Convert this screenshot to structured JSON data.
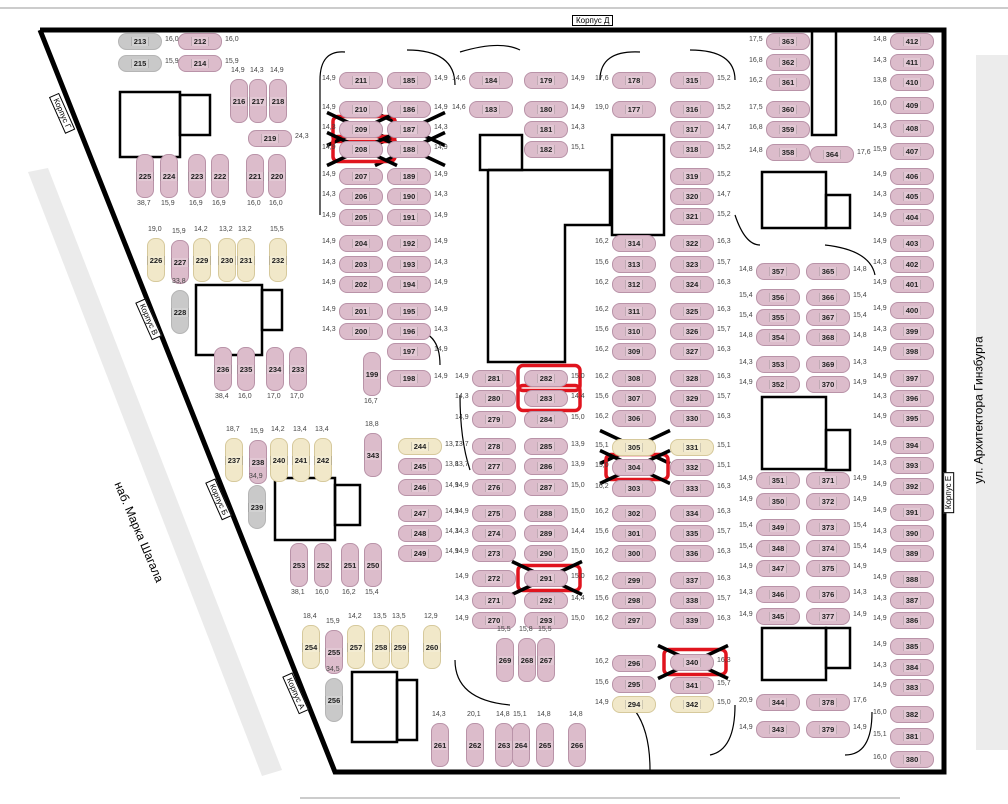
{
  "labels": {
    "korpus_d": "Корпус Д",
    "korpus_g": "Корпус Г",
    "korpus_v": "Корпус В",
    "korpus_b": "Корпус Б",
    "korpus_a": "Корпус А",
    "korpus_e": "Корпус Е",
    "street_right": "ул. Архитектора Гинзбурга",
    "street_left": "наб. Марка Шагала"
  },
  "colors": {
    "pink": "#dcbccb",
    "yellow": "#f1e8c9",
    "grey": "#c9c9c9",
    "highlight": "#e0141e",
    "cross": "#000000"
  },
  "groups": [
    {
      "spots": [
        {
          "n": "412",
          "a": "14,8"
        },
        {
          "n": "411",
          "a": "14,3"
        },
        {
          "n": "410",
          "a": "13,8"
        },
        {
          "n": "409",
          "a": "16,0"
        },
        {
          "n": "408",
          "a": "14,3"
        },
        {
          "n": "407",
          "a": "15,9"
        },
        {
          "n": "406",
          "a": "14,9"
        },
        {
          "n": "405",
          "a": "14,3"
        },
        {
          "n": "404",
          "a": "14,9"
        },
        {
          "n": "403",
          "a": "14,9"
        },
        {
          "n": "402",
          "a": "14,3"
        },
        {
          "n": "401",
          "a": "14,9"
        },
        {
          "n": "400",
          "a": "14,9"
        },
        {
          "n": "399",
          "a": "14,3"
        },
        {
          "n": "398",
          "a": "14,9"
        },
        {
          "n": "397",
          "a": "14,9"
        },
        {
          "n": "396",
          "a": "14,3"
        },
        {
          "n": "395",
          "a": "14,9"
        },
        {
          "n": "394",
          "a": "14,9"
        },
        {
          "n": "393",
          "a": "14,3"
        },
        {
          "n": "392",
          "a": "14,9"
        },
        {
          "n": "391",
          "a": "14,9"
        },
        {
          "n": "390",
          "a": "14,3"
        },
        {
          "n": "389",
          "a": "14,9"
        },
        {
          "n": "388",
          "a": "14,9"
        },
        {
          "n": "387",
          "a": "14,3"
        },
        {
          "n": "386",
          "a": "14,9"
        },
        {
          "n": "385",
          "a": "14,9"
        },
        {
          "n": "384",
          "a": "14,3"
        },
        {
          "n": "383",
          "a": "14,9"
        },
        {
          "n": "382",
          "a": "16,0"
        },
        {
          "n": "381",
          "a": "15,1"
        },
        {
          "n": "380",
          "a": "16,0"
        }
      ]
    },
    {
      "spots": [
        {
          "n": "363",
          "a": "17,5"
        },
        {
          "n": "362",
          "a": "16,8"
        },
        {
          "n": "361",
          "a": "16,2"
        },
        {
          "n": "360",
          "a": "17,5"
        },
        {
          "n": "359",
          "a": "16,8"
        },
        {
          "n": "358",
          "a": "14,8"
        }
      ]
    },
    {
      "spots": [
        {
          "n": "364",
          "a": "17,6"
        }
      ]
    },
    {
      "spots": [
        {
          "n": "357",
          "a": "14,8"
        },
        {
          "n": "356",
          "a": "15,4"
        },
        {
          "n": "355",
          "a": "15,4"
        },
        {
          "n": "354",
          "a": "14,8"
        },
        {
          "n": "353",
          "a": "14,3"
        },
        {
          "n": "352",
          "a": "14,9"
        },
        {
          "n": "351",
          "a": "14,9"
        },
        {
          "n": "350",
          "a": "14,9"
        },
        {
          "n": "349",
          "a": "15,4"
        },
        {
          "n": "348",
          "a": "15,4"
        },
        {
          "n": "347",
          "a": "14,9"
        },
        {
          "n": "346",
          "a": "14,3"
        },
        {
          "n": "345",
          "a": "14,9"
        },
        {
          "n": "344",
          "a": "20,9"
        },
        {
          "n": "343",
          "a": "14,9"
        }
      ]
    },
    {
      "spots": [
        {
          "n": "365",
          "a": "14,8"
        },
        {
          "n": "366",
          "a": "15,4"
        },
        {
          "n": "367",
          "a": "15,4"
        },
        {
          "n": "368",
          "a": "14,8"
        },
        {
          "n": "369",
          "a": "14,3"
        },
        {
          "n": "370",
          "a": "14,9"
        },
        {
          "n": "371",
          "a": "14,9"
        },
        {
          "n": "372",
          "a": "14,9"
        },
        {
          "n": "373",
          "a": "15,4"
        },
        {
          "n": "374",
          "a": "15,4"
        },
        {
          "n": "375",
          "a": "14,9"
        },
        {
          "n": "376",
          "a": "14,3"
        },
        {
          "n": "377",
          "a": "14,9"
        },
        {
          "n": "378",
          "a": "17,6"
        },
        {
          "n": "379",
          "a": "14,9"
        }
      ]
    },
    {
      "spots": [
        {
          "n": "315",
          "a": "15,2"
        },
        {
          "n": "316",
          "a": "15,2"
        },
        {
          "n": "317",
          "a": "14,7"
        },
        {
          "n": "318",
          "a": "15,2"
        },
        {
          "n": "319",
          "a": "15,2"
        },
        {
          "n": "320",
          "a": "14,7"
        },
        {
          "n": "321",
          "a": "15,2"
        },
        {
          "n": "322",
          "a": "16,3"
        },
        {
          "n": "323",
          "a": "15,7"
        },
        {
          "n": "324",
          "a": "16,3"
        },
        {
          "n": "325",
          "a": "16,3"
        },
        {
          "n": "326",
          "a": "15,7"
        },
        {
          "n": "327",
          "a": "16,3"
        },
        {
          "n": "328",
          "a": "16,3"
        },
        {
          "n": "329",
          "a": "15,7"
        },
        {
          "n": "330",
          "a": "16,3"
        },
        {
          "n": "331",
          "a": "15,1",
          "kind": "yellow"
        },
        {
          "n": "332",
          "a": "15,1"
        },
        {
          "n": "333",
          "a": "16,3"
        },
        {
          "n": "334",
          "a": "16,3"
        },
        {
          "n": "335",
          "a": "15,7"
        },
        {
          "n": "336",
          "a": "16,3"
        },
        {
          "n": "337",
          "a": "16,3"
        },
        {
          "n": "338",
          "a": "15,7"
        },
        {
          "n": "339",
          "a": "16,3"
        },
        {
          "n": "340",
          "a": "16,3",
          "highlight": true,
          "crossed": true
        },
        {
          "n": "341",
          "a": "15,7"
        },
        {
          "n": "342",
          "a": "15,0",
          "kind": "yellow"
        }
      ]
    },
    {
      "spots": [
        {
          "n": "314",
          "a": "16,2"
        },
        {
          "n": "313",
          "a": "15,6"
        },
        {
          "n": "312",
          "a": "16,2"
        },
        {
          "n": "311",
          "a": "16,2"
        },
        {
          "n": "310",
          "a": "15,6"
        },
        {
          "n": "309",
          "a": "16,2"
        },
        {
          "n": "308",
          "a": "16,2"
        },
        {
          "n": "307",
          "a": "15,6"
        },
        {
          "n": "306",
          "a": "16,2"
        },
        {
          "n": "305",
          "a": "15,1",
          "kind": "yellow",
          "crossed": true
        },
        {
          "n": "304",
          "a": "15,0",
          "highlight": true,
          "crossed": true
        },
        {
          "n": "303",
          "a": "16,2"
        },
        {
          "n": "302",
          "a": "16,2"
        },
        {
          "n": "301",
          "a": "15,6"
        },
        {
          "n": "300",
          "a": "16,2"
        },
        {
          "n": "299",
          "a": "16,2"
        },
        {
          "n": "298",
          "a": "15,6"
        },
        {
          "n": "297",
          "a": "16,2"
        },
        {
          "n": "296",
          "a": "16,2"
        },
        {
          "n": "295",
          "a": "15,6"
        },
        {
          "n": "294",
          "a": "14,9",
          "kind": "yellow"
        }
      ]
    },
    {
      "spots": [
        {
          "n": "178",
          "a": "17,6"
        },
        {
          "n": "177",
          "a": "19,0"
        }
      ]
    },
    {
      "spots": [
        {
          "n": "179",
          "a": "14,9"
        },
        {
          "n": "180",
          "a": "14,9"
        },
        {
          "n": "181",
          "a": "14,3"
        },
        {
          "n": "182",
          "a": "15,1"
        }
      ]
    },
    {
      "spots": [
        {
          "n": "184",
          "a": "14,6"
        },
        {
          "n": "183",
          "a": "14,6"
        }
      ]
    },
    {
      "spots": [
        {
          "n": "282",
          "a": "15,0",
          "highlight": true
        },
        {
          "n": "283",
          "a": "14,4",
          "highlight": true
        },
        {
          "n": "284",
          "a": "15,0"
        },
        {
          "n": "285",
          "a": "13,9"
        },
        {
          "n": "286",
          "a": "13,9"
        },
        {
          "n": "287",
          "a": "15,0"
        },
        {
          "n": "288",
          "a": "15,0"
        },
        {
          "n": "289",
          "a": "14,4"
        },
        {
          "n": "290",
          "a": "15,0"
        },
        {
          "n": "291",
          "a": "15,0",
          "highlight": true,
          "crossed": true
        },
        {
          "n": "292",
          "a": "14,4"
        },
        {
          "n": "293",
          "a": "15,0"
        }
      ]
    },
    {
      "spots": [
        {
          "n": "281",
          "a": "14,9"
        },
        {
          "n": "280",
          "a": "14,3"
        },
        {
          "n": "279",
          "a": "14,9"
        },
        {
          "n": "278",
          "a": "13,7"
        },
        {
          "n": "277",
          "a": "13,7"
        },
        {
          "n": "276",
          "a": "14,9"
        },
        {
          "n": "275",
          "a": "14,9"
        },
        {
          "n": "274",
          "a": "14,3"
        },
        {
          "n": "273",
          "a": "14,9"
        },
        {
          "n": "272",
          "a": "14,9"
        },
        {
          "n": "271",
          "a": "14,3"
        },
        {
          "n": "270",
          "a": "14,9"
        }
      ]
    },
    {
      "spots": [
        {
          "n": "185",
          "a": "14,9"
        },
        {
          "n": "186",
          "a": "14,9"
        },
        {
          "n": "187",
          "a": "14,3",
          "crossed": true
        },
        {
          "n": "188",
          "a": "14,9",
          "crossed": true
        },
        {
          "n": "189",
          "a": "14,9"
        },
        {
          "n": "190",
          "a": "14,3"
        },
        {
          "n": "191",
          "a": "14,9"
        },
        {
          "n": "192",
          "a": "14,9"
        },
        {
          "n": "193",
          "a": "14,3"
        },
        {
          "n": "194",
          "a": "14,9"
        },
        {
          "n": "195",
          "a": "14,9"
        },
        {
          "n": "196",
          "a": "14,3"
        },
        {
          "n": "197",
          "a": "14,9"
        },
        {
          "n": "198",
          "a": "14,9"
        }
      ]
    },
    {
      "spots": [
        {
          "n": "211",
          "a": "14,9"
        },
        {
          "n": "210",
          "a": "14,9"
        },
        {
          "n": "209",
          "a": "14,3",
          "highlight": true,
          "crossed": true
        },
        {
          "n": "208",
          "a": "14,9",
          "highlight": true,
          "crossed": true
        },
        {
          "n": "207",
          "a": "14,9"
        },
        {
          "n": "206",
          "a": "14,3"
        },
        {
          "n": "205",
          "a": "14,9"
        },
        {
          "n": "204",
          "a": "14,9"
        },
        {
          "n": "203",
          "a": "14,3"
        },
        {
          "n": "202",
          "a": "14,9"
        },
        {
          "n": "201",
          "a": "14,9"
        },
        {
          "n": "200",
          "a": "14,3"
        }
      ]
    },
    {
      "spots": [
        {
          "n": "244",
          "a": "13,7",
          "kind": "yellow"
        },
        {
          "n": "245",
          "a": "13,8"
        },
        {
          "n": "246",
          "a": "14,9"
        },
        {
          "n": "247",
          "a": "14,9"
        },
        {
          "n": "248",
          "a": "14,3"
        },
        {
          "n": "249",
          "a": "14,9"
        }
      ]
    },
    {
      "spots": [
        {
          "n": "213",
          "a": "16,0",
          "kind": "grey"
        },
        {
          "n": "212",
          "a": "16,0"
        },
        {
          "n": "215",
          "a": "15,9",
          "kind": "grey"
        },
        {
          "n": "214",
          "a": "15,9"
        },
        {
          "n": "219",
          "a": "24,3"
        }
      ]
    },
    {
      "spots": [
        {
          "n": "216",
          "a": "14,9"
        },
        {
          "n": "217",
          "a": "14,3"
        },
        {
          "n": "218",
          "a": "14,9"
        },
        {
          "n": "225",
          "a": "38,7"
        },
        {
          "n": "224",
          "a": "15,9"
        },
        {
          "n": "223",
          "a": "16,9"
        },
        {
          "n": "222",
          "a": "16,9"
        },
        {
          "n": "221",
          "a": "16,0"
        },
        {
          "n": "220",
          "a": "16,0"
        },
        {
          "n": "226",
          "a": "19,0",
          "kind": "yellow"
        },
        {
          "n": "227",
          "a": "15,9"
        },
        {
          "n": "229",
          "a": "14,2",
          "kind": "yellow"
        },
        {
          "n": "230",
          "a": "13,2",
          "kind": "yellow"
        },
        {
          "n": "231",
          "a": "13,2",
          "kind": "yellow"
        },
        {
          "n": "232",
          "a": "15,5",
          "kind": "yellow"
        },
        {
          "n": "228",
          "a": "33,8",
          "kind": "grey"
        },
        {
          "n": "236",
          "a": "38,4"
        },
        {
          "n": "235",
          "a": "16,0"
        },
        {
          "n": "234",
          "a": "17,0"
        },
        {
          "n": "233",
          "a": "17,0"
        },
        {
          "n": "199",
          "a": "16,7"
        },
        {
          "n": "237",
          "a": "18,7",
          "kind": "yellow"
        },
        {
          "n": "238",
          "a": "15,9"
        },
        {
          "n": "239",
          "a": "34,9",
          "kind": "grey"
        },
        {
          "n": "240",
          "a": "14,2",
          "kind": "yellow"
        },
        {
          "n": "241",
          "a": "13,4",
          "kind": "yellow"
        },
        {
          "n": "242",
          "a": "13,4",
          "kind": "yellow"
        },
        {
          "n": "343",
          "a": "18,8"
        },
        {
          "n": "253",
          "a": "38,1"
        },
        {
          "n": "252",
          "a": "16,0"
        },
        {
          "n": "251",
          "a": "16,2"
        },
        {
          "n": "250",
          "a": "15,4"
        },
        {
          "n": "269",
          "a": "15,5"
        },
        {
          "n": "268",
          "a": "15,8"
        },
        {
          "n": "267",
          "a": "15,5"
        },
        {
          "n": "254",
          "a": "18,4",
          "kind": "yellow"
        },
        {
          "n": "255",
          "a": "15,9"
        },
        {
          "n": "256",
          "a": "34,5",
          "kind": "grey"
        },
        {
          "n": "257",
          "a": "14,2",
          "kind": "yellow"
        },
        {
          "n": "258",
          "a": "13,5",
          "kind": "yellow"
        },
        {
          "n": "259",
          "a": "13,5",
          "kind": "yellow"
        },
        {
          "n": "260",
          "a": "12,9",
          "kind": "yellow"
        },
        {
          "n": "261",
          "a": "14,3"
        },
        {
          "n": "262",
          "a": "20,1"
        },
        {
          "n": "263",
          "a": "14,8"
        },
        {
          "n": "264",
          "a": "15,1"
        },
        {
          "n": "265",
          "a": "14,8"
        },
        {
          "n": "266",
          "a": "14,8"
        }
      ]
    }
  ]
}
